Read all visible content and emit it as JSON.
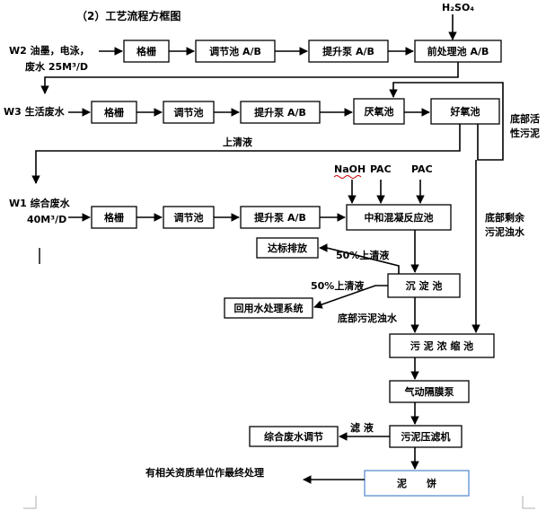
{
  "title": "（2）工艺流程方框图",
  "accent_colors": {
    "cake_box_border": "#5b8fd1",
    "squiggle": "#cc0000"
  },
  "boxes": {
    "w2_grid": "格栅",
    "w2_adjust": "调节池 A/B",
    "w2_pump": "提升泵 A/B",
    "w2_pre": "前处理池 A/B",
    "w3_grid": "格栅",
    "w3_adjust": "调节池",
    "w3_pump": "提升泵 A/B",
    "w3_anoxic": "厌氧池",
    "w3_aerobic": "好氧池",
    "w1_grid": "格栅",
    "w1_adjust": "调节池",
    "w1_pump": "提升泵 A/B",
    "w1_react": "中和混凝反应池",
    "discharge": "达标排放",
    "sediment": "沉 淀 池",
    "reuse": "回用水处理系统",
    "thicken": "污 泥 浓 缩 池",
    "diaphragm": "气动隔膜泵",
    "press": "污泥压滤机",
    "mixed_adjust": "综合废水调节",
    "cake": "泥　　饼"
  },
  "labels": {
    "h2so4": "H₂SO₄",
    "w2_line1": "W2 油墨，电泳，",
    "w2_line2": "废水 25M³/D",
    "w3": "W3 生活废水",
    "w1_line1": "W1 综合废水",
    "w1_line2": "40M³/D",
    "clear_top": "上清液",
    "active_sludge_1": "底部活",
    "active_sludge_2": "性污泥",
    "excess_sludge_1": "底部剩余",
    "excess_sludge_2": "污泥浊水",
    "naoh": "NaOH",
    "pac1": "PAC",
    "pac2": "PAC",
    "clear_50_a": "50%上清液",
    "clear_50_b": "50%上清液",
    "bottom_sludge": "底部污泥浊水",
    "filtrate": "滤 液",
    "final_disposal": "有相关资质单位作最终处理"
  }
}
